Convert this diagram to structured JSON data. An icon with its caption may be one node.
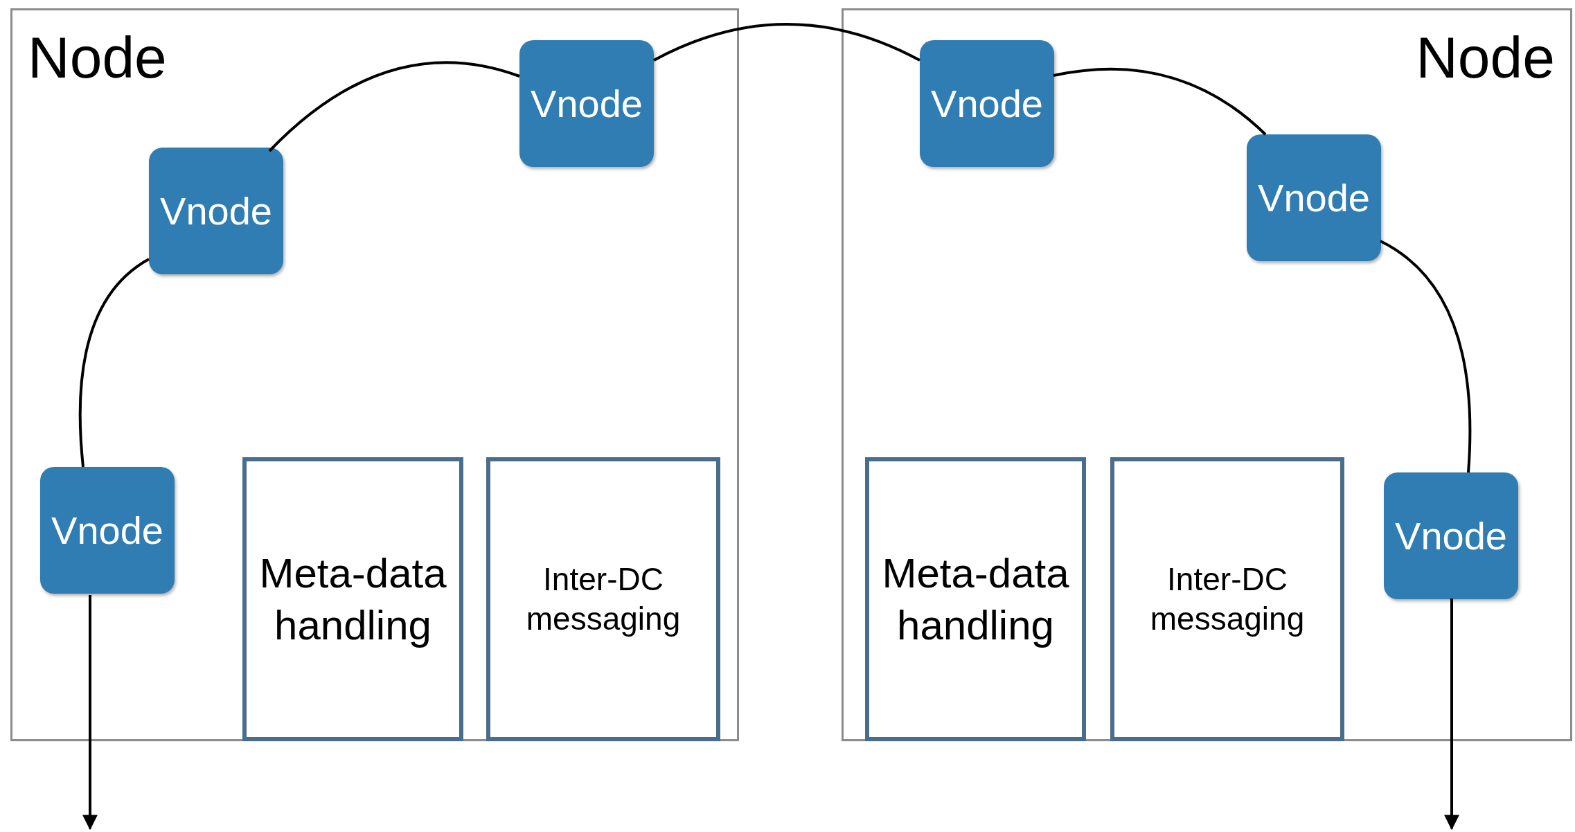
{
  "diagram": {
    "nodes": [
      {
        "text": [
          "Node"
        ]
      },
      {
        "text": [
          "Vnode"
        ],
        "in": 0
      },
      {
        "text": [
          "Vnode"
        ],
        "in": 0
      },
      {
        "text": [
          "Vnode"
        ],
        "in": 0
      },
      {
        "text": [
          "Meta-data handling"
        ],
        "in": 0
      },
      {
        "text": [
          "Inter-DC messaging"
        ],
        "in": 0
      },
      {
        "text": [
          "Node"
        ]
      },
      {
        "text": [
          "Vnode"
        ],
        "in": 6
      },
      {
        "text": [
          "Vnode"
        ],
        "in": 6
      },
      {
        "text": [
          "Vnode"
        ],
        "in": 6
      },
      {
        "text": [
          "Meta-data handling"
        ],
        "in": 6
      },
      {
        "text": [
          "Inter-DC messaging"
        ],
        "in": 6
      }
    ],
    "edges": [
      {
        "from": 3,
        "to": 2,
        "arrow": "none"
      },
      {
        "from": 2,
        "to": 1,
        "arrow": "none"
      },
      {
        "from": 1,
        "to": 7,
        "arrow": "none"
      },
      {
        "from": 7,
        "to": 8,
        "arrow": "none"
      },
      {
        "from": 8,
        "to": 9,
        "arrow": "none"
      },
      {
        "from": 3,
        "to": null,
        "arrow": "to"
      },
      {
        "from": 9,
        "to": null,
        "arrow": "to"
      }
    ]
  }
}
